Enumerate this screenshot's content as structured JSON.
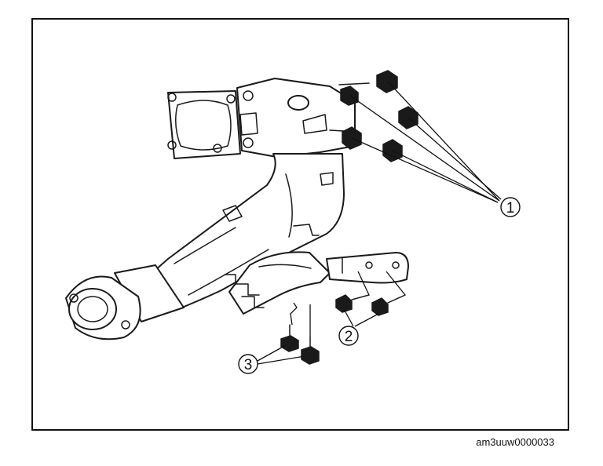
{
  "figure": {
    "image_code": "am3uuw0000033",
    "callouts": [
      {
        "label": "1"
      },
      {
        "label": "2"
      },
      {
        "label": "3"
      }
    ]
  }
}
